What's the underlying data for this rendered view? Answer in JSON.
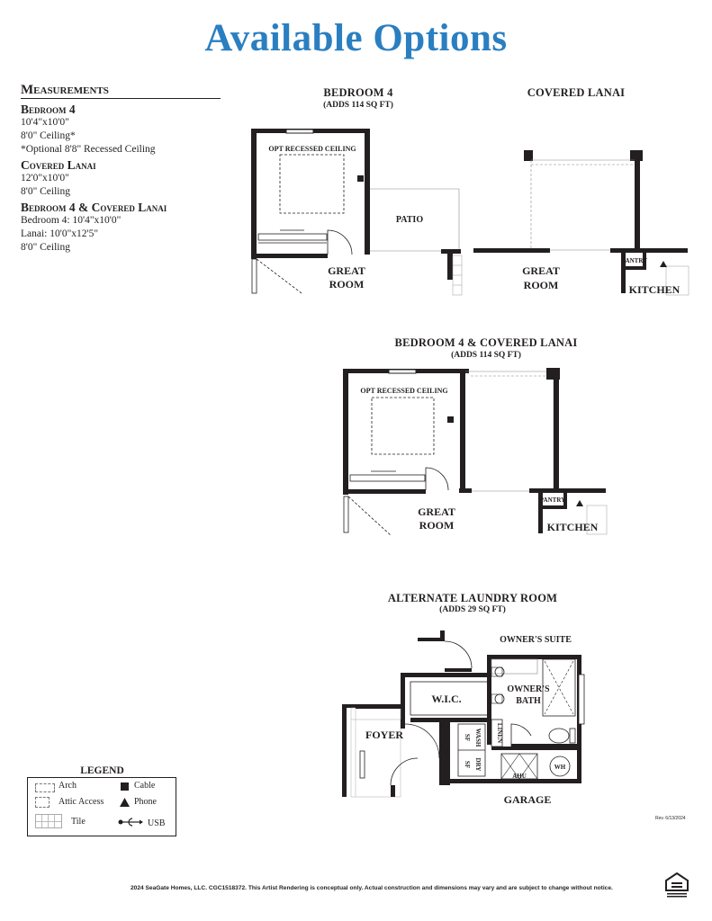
{
  "title": "Available Options",
  "measurements": {
    "header": "Measurements",
    "groups": [
      {
        "name": "Bedroom 4",
        "lines": [
          "10'4\"x10'0\"",
          "8'0\" Ceiling*",
          "*Optional 8'8\" Recessed Ceiling"
        ]
      },
      {
        "name": "Covered Lanai",
        "lines": [
          "12'0\"x10'0\"",
          "8'0\" Ceiling"
        ]
      },
      {
        "name": "Bedroom 4 & Covered Lanai",
        "lines": [
          "Bedroom 4: 10'4\"x10'0\"",
          "Lanai: 10'0\"x12'5\"",
          "8'0\" Ceiling"
        ]
      }
    ]
  },
  "plans": {
    "bedroom4": {
      "title": "BEDROOM 4",
      "subtitle": "(ADDS 114 SQ FT)",
      "labels": {
        "ceiling": "OPT RECESSED CEILING",
        "patio": "PATIO",
        "great1": "GREAT",
        "great2": "ROOM"
      }
    },
    "lanai": {
      "title": "COVERED LANAI",
      "labels": {
        "great1": "GREAT",
        "great2": "ROOM",
        "pantry": "PANTRY",
        "kitchen": "KITCHEN"
      }
    },
    "combo": {
      "title": "BEDROOM 4 & COVERED LANAI",
      "subtitle": "(ADDS 114 SQ FT)",
      "labels": {
        "ceiling": "OPT RECESSED CEILING",
        "great1": "GREAT",
        "great2": "ROOM",
        "pantry": "PANTRY",
        "kitchen": "KITCHEN"
      }
    },
    "laundry": {
      "title": "ALTERNATE LAUNDRY ROOM",
      "subtitle": "(ADDS 29 SQ FT)",
      "labels": {
        "suite": "OWNER'S SUITE",
        "wic": "W.I.C.",
        "bath1": "OWNER'S",
        "bath2": "BATH",
        "foyer": "FOYER",
        "wash": "WASH",
        "dry": "DRY",
        "sf1": "SF",
        "sf2": "SF",
        "linen": "LINEN",
        "ahu": "AHU",
        "wh": "WH",
        "garage": "GARAGE"
      }
    }
  },
  "legend": {
    "title": "LEGEND",
    "items": {
      "arch": "Arch",
      "attic": "Attic Access",
      "tile": "Tile",
      "cable": "Cable",
      "phone": "Phone",
      "usb": "USB"
    }
  },
  "revision": "Rev. 6/13/2024",
  "footer": "2024 SeaGate Homes, LLC. CGC1518372.  This Artist Rendering is conceptual only. Actual construction and dimensions may vary and are subject to change without notice."
}
